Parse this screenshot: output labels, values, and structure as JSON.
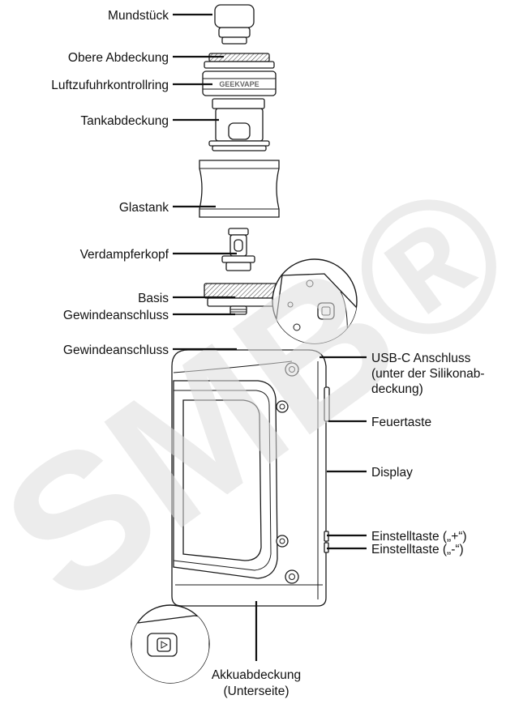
{
  "watermark": "SMB®",
  "device_brand_text": "GEEKVAPE",
  "labels": {
    "mouthpiece": "Mundstück",
    "top_cap": "Obere Abdeckung",
    "airflow_ring": "Luftzufuhrkontrollring",
    "tank_cover": "Tankabdeckung",
    "glass_tank": "Glastank",
    "coil": "Verdampferkopf",
    "base": "Basis",
    "thread_atomizer": "Gewindeanschluss",
    "thread_mod": "Gewindeanschluss",
    "usb_line1": "USB-C Anschluss",
    "usb_line2": "(unter der Silikonab-",
    "usb_line3": "deckung)",
    "fire_button": "Feuertaste",
    "display": "Display",
    "adjust_plus": "Einstelltaste („+“)",
    "adjust_minus": "Einstelltaste („-“)",
    "battery_line1": "Akkuabdeckung",
    "battery_line2": "(Unterseite)"
  }
}
